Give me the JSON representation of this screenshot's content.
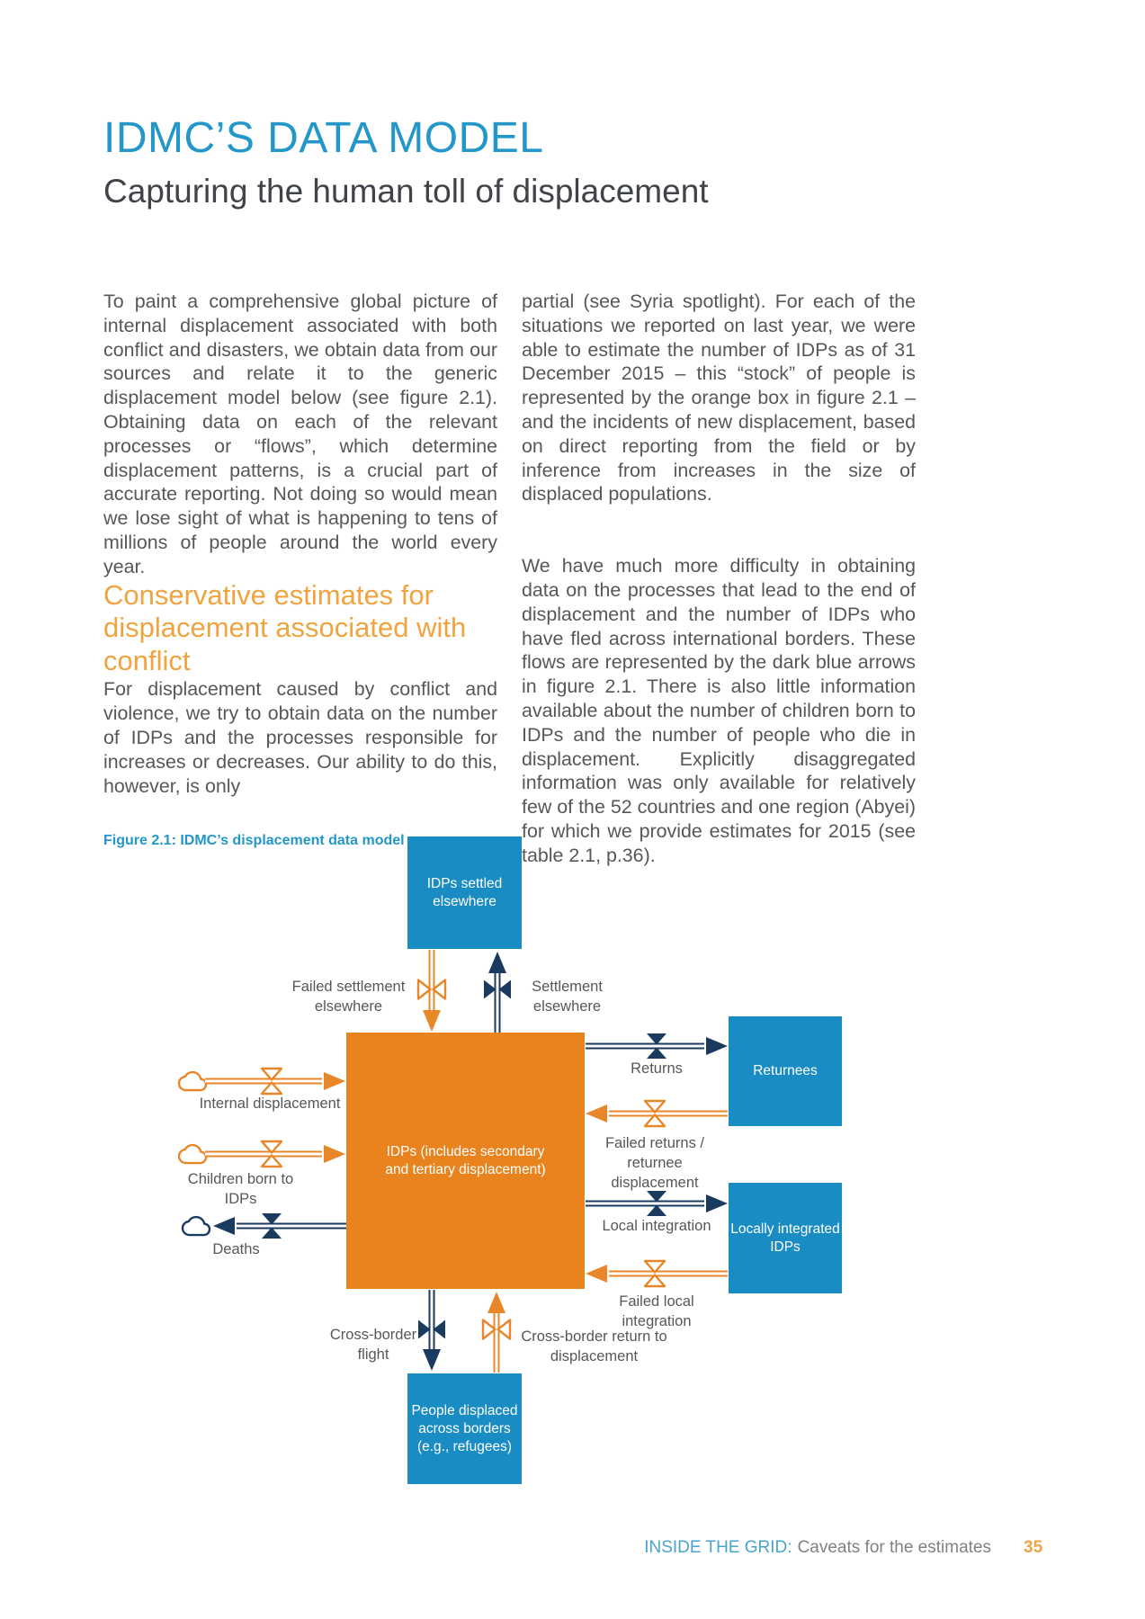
{
  "header": {
    "title": "IDMC’S DATA MODEL",
    "subtitle": "Capturing the human toll of displacement"
  },
  "body": {
    "left": {
      "para1": "To paint a comprehensive global picture of internal displacement associated with both conflict and disasters, we obtain data from our sources and relate it to the generic displacement model below (see figure 2.1). Obtaining data on each of the relevant processes or “flows”, which determine displacement patterns, is a crucial part of accurate reporting. Not doing so would mean we lose sight of what is happening to tens of millions of people around the world every year.",
      "heading": "Conservative estimates for displacement associated with conflict",
      "para2": "For displacement caused by conflict and violence, we try to obtain data on the number of IDPs and the processes responsible for increases or decreases. Our ability to do this, however, is only"
    },
    "right": {
      "para1": "partial (see Syria spotlight). For each of the situations we reported on last year, we were able to estimate the number of IDPs as of 31 December 2015 – this “stock” of people is represented by the orange box in figure 2.1 – and the incidents of new displacement, based on direct reporting from the field or by inference from increases in the size of displaced populations.",
      "para2": "We have much more difficulty in obtaining data on the processes that lead to the end of displacement and the number of IDPs who have fled across international borders. These flows are represented by the dark blue arrows in figure 2.1. There is also little information available about the number of children born to IDPs and the number of people who die in displacement. Explicitly disaggregated information was only available for relatively few of the 52 countries and one region (Abyei) for which we provide estimates for 2015 (see table 2.1, p.36)."
    }
  },
  "figure": {
    "caption": "Figure 2.1: IDMC’s displacement data model",
    "boxes": {
      "settled": "IDPs settled elsewhere",
      "idps": "IDPs (includes secondary and tertiary displacement)",
      "returnees": "Returnees",
      "locally_integrated": "Locally integrated IDPs",
      "cross_border": "People displaced across borders (e.g., refugees)"
    },
    "flows": {
      "failed_settlement": "Failed settlement elsewhere",
      "settlement": "Settlement elsewhere",
      "internal": "Internal displacement",
      "children": "Children born to IDPs",
      "deaths": "Deaths",
      "returns": "Returns",
      "failed_returns": "Failed returns / returnee displacement",
      "local_integration": "Local integration",
      "failed_local": "Failed local integration",
      "flight": "Cross-border flight",
      "cross_return": "Cross-border return to displacement"
    },
    "icons": {
      "source_sink": "cloud-icon",
      "flow_control": "valve-icon"
    },
    "colors": {
      "blue_box": "#1a8cc4",
      "orange_box": "#e8831e",
      "navy_flow": "#1b3a5f",
      "orange_flow": "#e8862a",
      "accent_blue": "#2397ca",
      "accent_orange": "#efa440"
    }
  },
  "footer": {
    "section": "INSIDE THE GRID:",
    "title": "Caveats for the estimates",
    "page_number": "35"
  }
}
